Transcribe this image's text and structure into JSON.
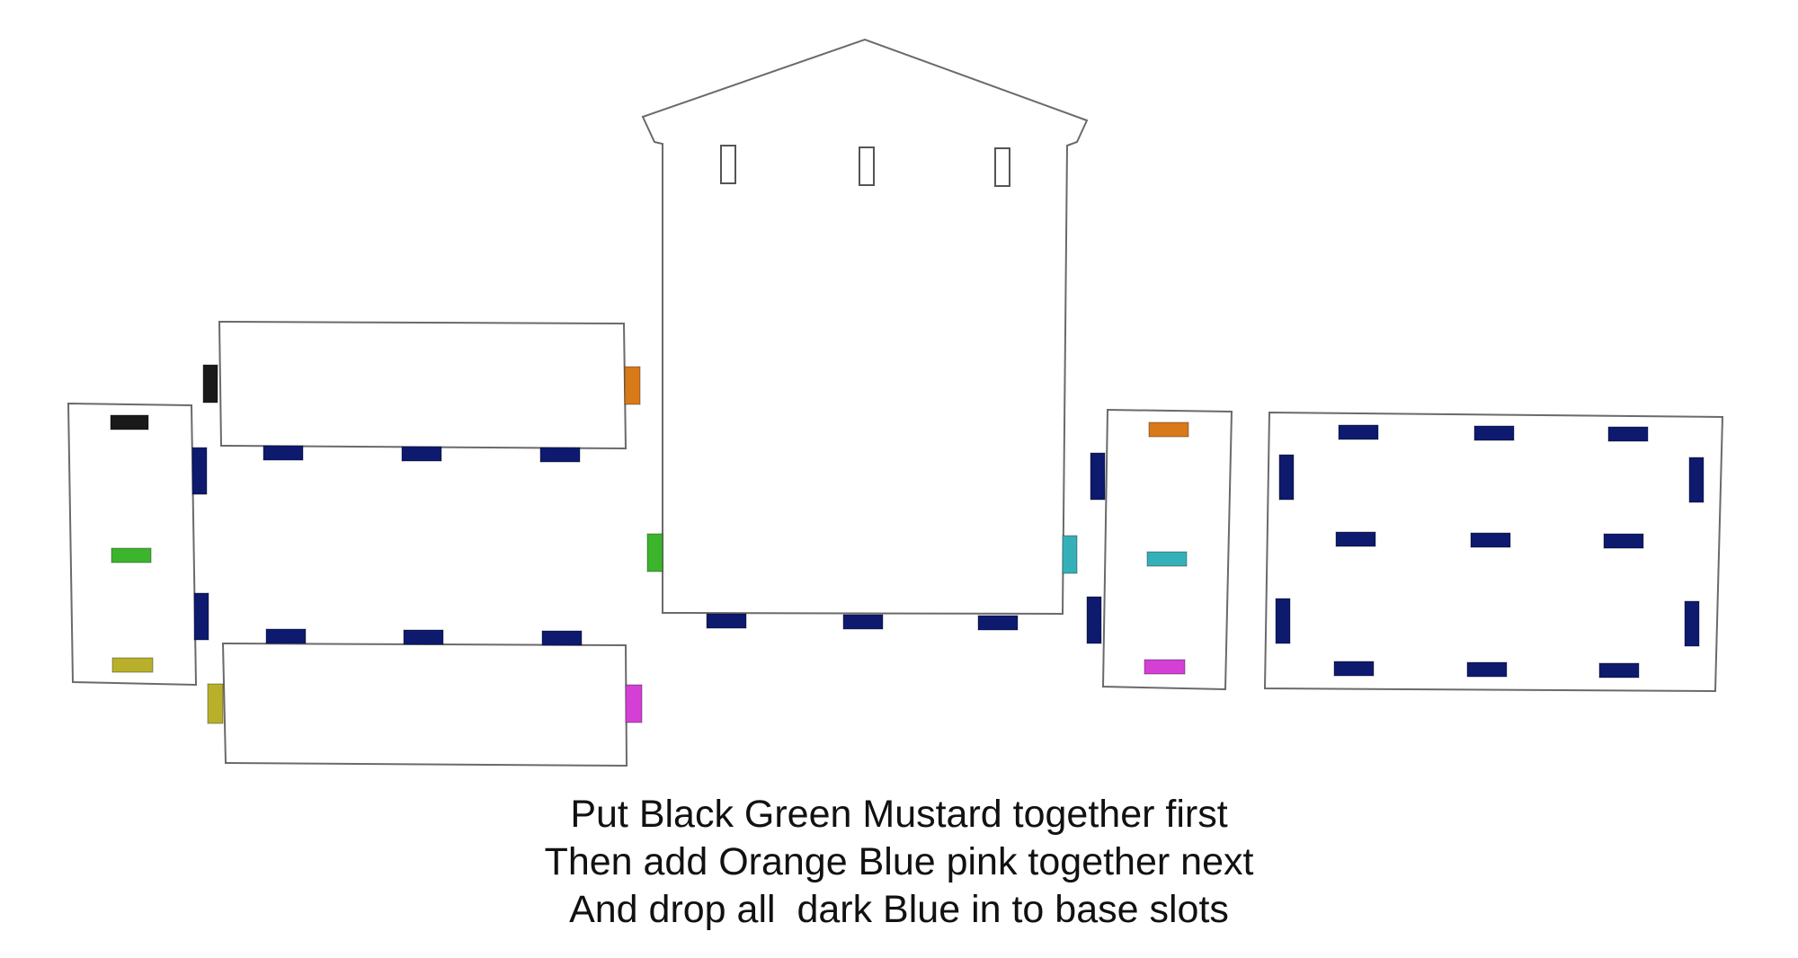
{
  "instructions": [
    "Put Black Green Mustard together first",
    "Then add Orange Blue pink together next",
    "And drop all  dark Blue in to base slots"
  ],
  "colors": {
    "black": "#1a1a1a",
    "green": "#3cb52c",
    "mustard": "#b8b02a",
    "orange": "#d87a1a",
    "teal": "#35b0b8",
    "pink": "#d43fd6",
    "dark_blue": "#0d1a6e",
    "outline": "#6a6a6a"
  },
  "panels": [
    {
      "name": "roof-gable-panel",
      "shape": "house"
    },
    {
      "name": "upper-side-panel",
      "shape": "rect"
    },
    {
      "name": "lower-side-panel",
      "shape": "rect"
    },
    {
      "name": "left-end-panel",
      "shape": "rect"
    },
    {
      "name": "right-end-panel",
      "shape": "rect"
    },
    {
      "name": "base-panel",
      "shape": "rect"
    }
  ]
}
